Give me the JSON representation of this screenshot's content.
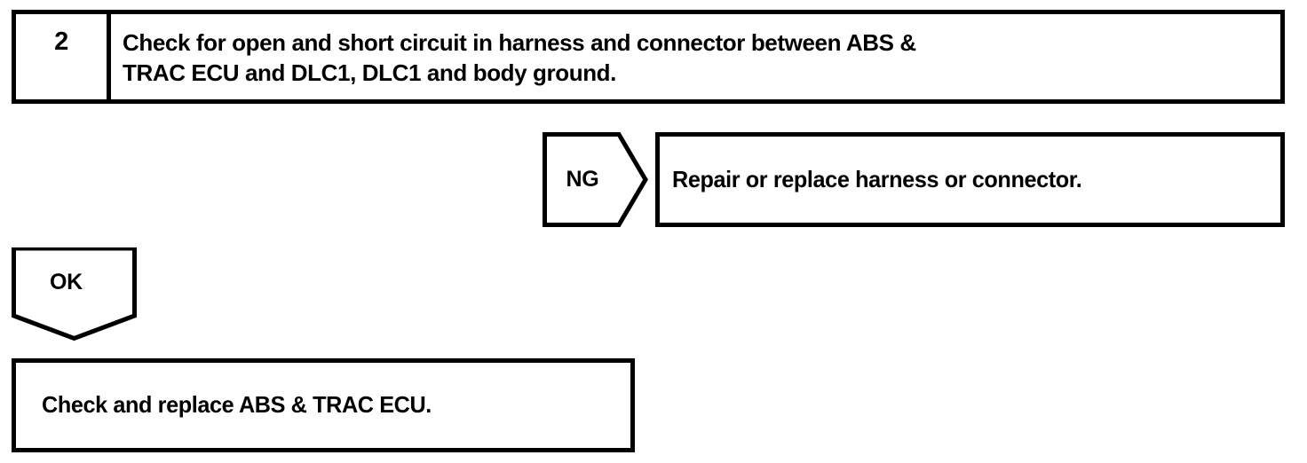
{
  "page": {
    "background_color": "#ffffff",
    "line_color": "#000000",
    "text_color": "#000000",
    "type": "troubleshooting-flowchart"
  },
  "step": {
    "number": "2",
    "instruction": "Check for open and short circuit in harness and connector between ABS &\nTRAC ECU and DLC1, DLC1 and body ground."
  },
  "branches": {
    "ng": {
      "label": "NG",
      "shape": "right-pointing-pentagon-arrow",
      "target": "Repair or replace harness or connector."
    },
    "ok": {
      "label": "OK",
      "shape": "down-pointing-pentagon-arrow",
      "target": "Check and replace ABS & TRAC ECU."
    }
  },
  "nodes": {
    "repair": "Repair or replace harness or connector.",
    "result": "Check and replace ABS & TRAC ECU."
  }
}
